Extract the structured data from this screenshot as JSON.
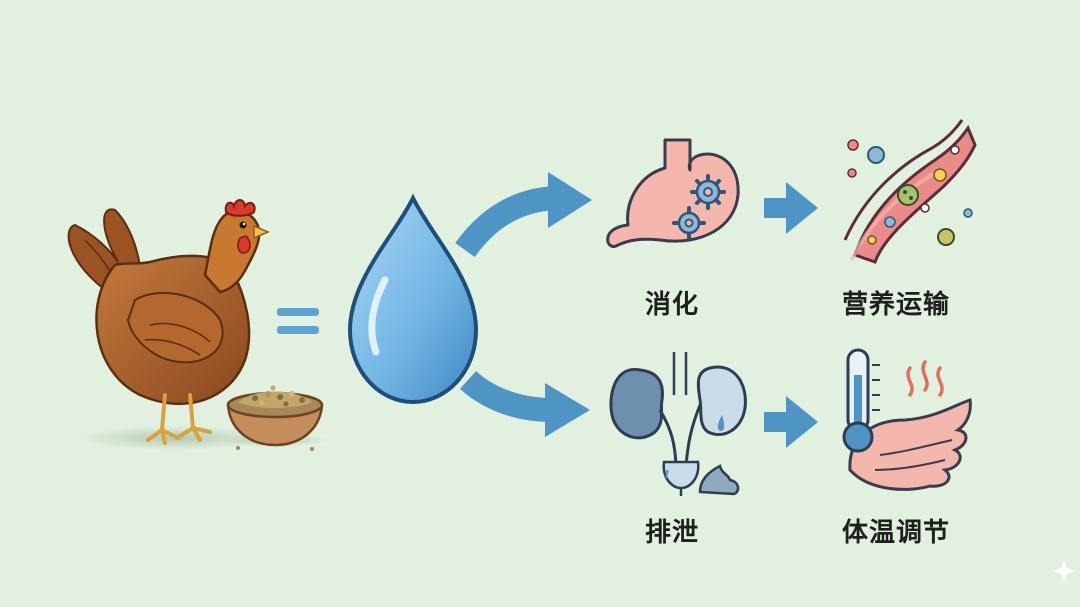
{
  "labels": {
    "digestion": "消化",
    "nutrient_transport": "营养运输",
    "excretion": "排泄",
    "thermoregulation": "体温调节"
  },
  "colors": {
    "background": "#e2f0df",
    "arrow": "#4e95c6",
    "water_drop": "#6fb3e3",
    "hen_body": "#a85d2a",
    "comb": "#d93a2e",
    "stomach": "#f4b7ae",
    "vessel": "#e98b86",
    "kidney": "#7a9ab8"
  },
  "icons": {
    "subject": "hen-icon",
    "feed": "feed-bowl-icon",
    "water": "water-drop-icon",
    "digestion": "stomach-icon",
    "transport": "blood-vessel-icon",
    "excretion": "kidney-icon",
    "thermoregulation": "thermometer-wing-icon"
  }
}
